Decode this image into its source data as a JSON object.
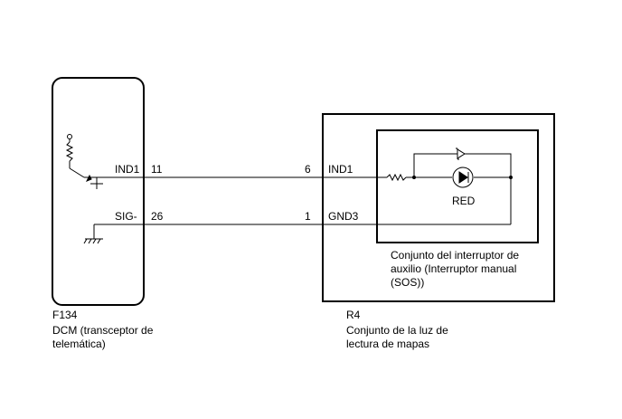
{
  "left_component": {
    "code": "F134",
    "name_line1": "DCM (transceptor de",
    "name_line2": "telemática)",
    "pins": [
      {
        "signal": "IND1",
        "number": "11"
      },
      {
        "signal": "SIG-",
        "number": "26"
      }
    ]
  },
  "right_component": {
    "code": "R4",
    "name_line1": "Conjunto de la luz de",
    "name_line2": "lectura de mapas",
    "pins": [
      {
        "number": "6",
        "signal": "IND1"
      },
      {
        "number": "1",
        "signal": "GND3"
      }
    ],
    "sub_assembly": {
      "name_line1": "Conjunto del interruptor de",
      "name_line2": "auxilio (Interruptor manual",
      "name_line3": "(SOS))",
      "led_label": "RED"
    }
  }
}
